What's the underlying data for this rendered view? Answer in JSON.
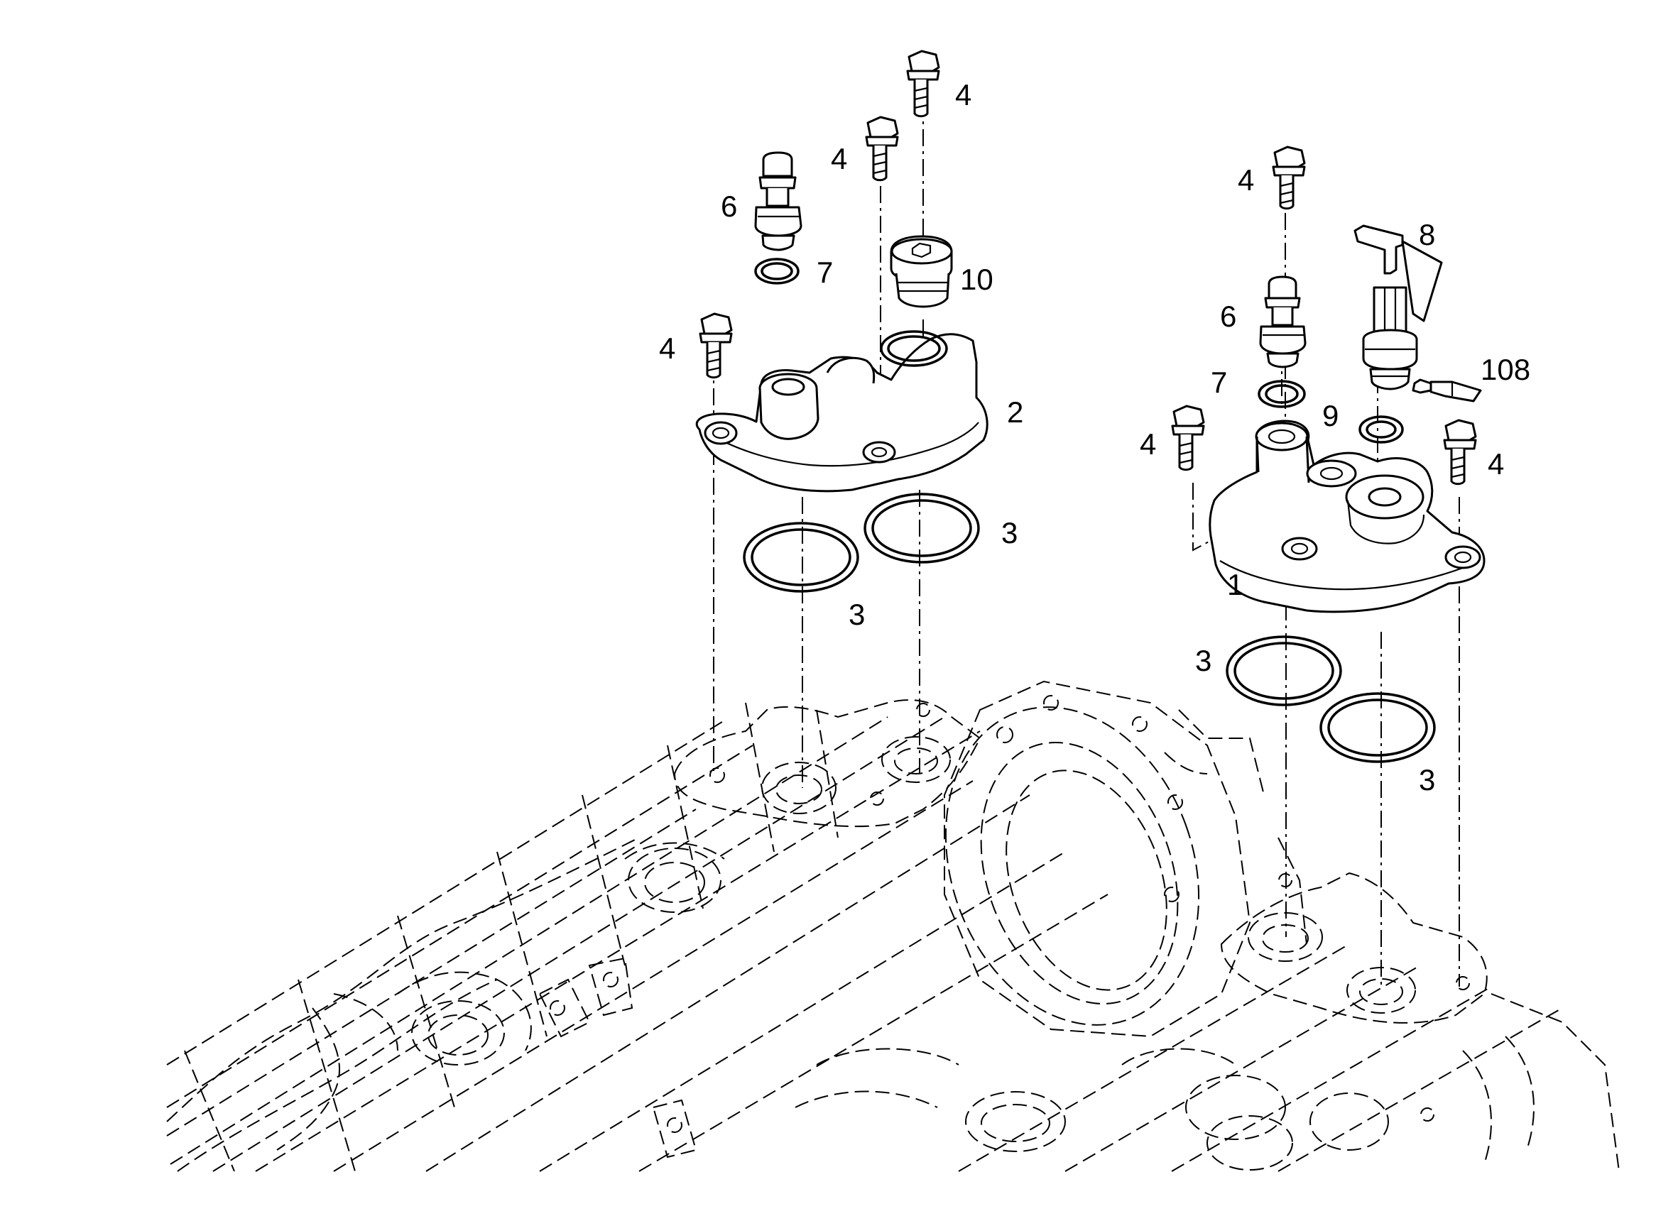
{
  "callouts": {
    "l_bolt_a": "4",
    "l_bolt_b": "4",
    "l_bolt_c": "4",
    "l_nipple": "6",
    "l_washer": "7",
    "l_plug": "10",
    "l_cover": "2",
    "l_ring_a": "3",
    "l_ring_b": "3",
    "r_bolt_a": "4",
    "r_bolt_b": "4",
    "r_bolt_c": "4",
    "r_nipple": "6",
    "r_washer": "7",
    "r_sensor": "8",
    "r_sensor_washer": "9",
    "r_sealant": "108",
    "r_cover": "1",
    "r_ring_a": "3",
    "r_ring_b": "3"
  }
}
